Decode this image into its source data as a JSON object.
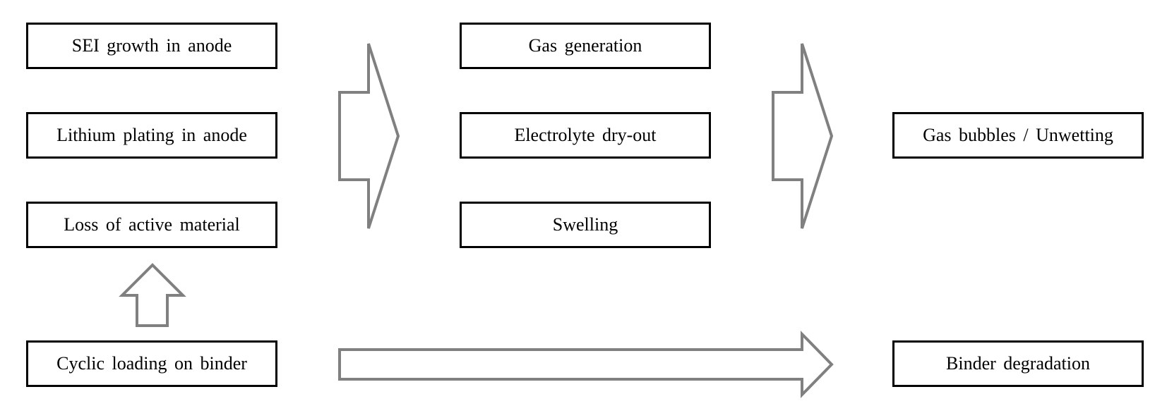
{
  "diagram": {
    "causes": {
      "sei_growth": "SEI growth  in anode",
      "lithium_plating": "Lithium  plating  in anode",
      "loss_active_material": "Loss  of active  material",
      "cyclic_loading": "Cyclic  loading  on binder"
    },
    "effects": {
      "gas_generation": "Gas  generation",
      "electrolyte_dryout": "Electrolyte  dry-out",
      "swelling": "Swelling"
    },
    "outcomes": {
      "gas_bubbles": "Gas  bubbles  /  Unwetting",
      "binder_degradation": "Binder  degradation"
    },
    "arrow_color": "#808080"
  }
}
